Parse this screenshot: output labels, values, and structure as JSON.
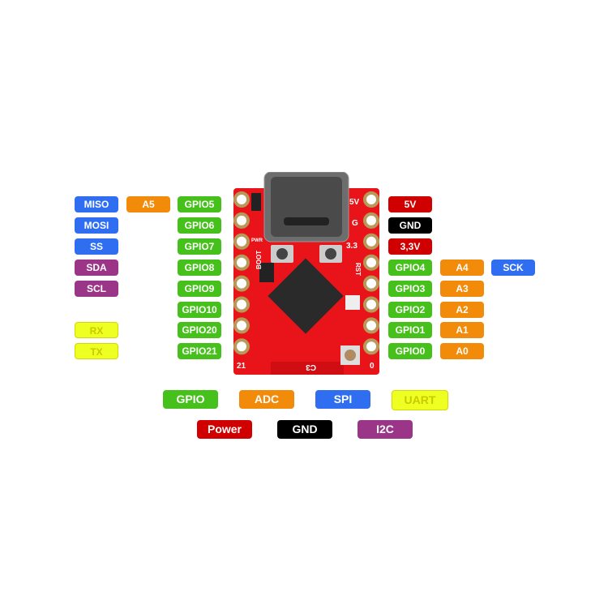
{
  "left_pins": [
    {
      "func1": "MISO",
      "func1_type": "spi",
      "func2": "A5",
      "func2_type": "adc",
      "gpio": "GPIO5"
    },
    {
      "func1": "MOSI",
      "func1_type": "spi",
      "func2": null,
      "func2_type": null,
      "gpio": "GPIO6"
    },
    {
      "func1": "SS",
      "func1_type": "spi",
      "func2": null,
      "func2_type": null,
      "gpio": "GPIO7"
    },
    {
      "func1": "SDA",
      "func1_type": "i2c",
      "func2": null,
      "func2_type": null,
      "gpio": "GPIO8"
    },
    {
      "func1": "SCL",
      "func1_type": "i2c",
      "func2": null,
      "func2_type": null,
      "gpio": "GPIO9"
    },
    {
      "func1": null,
      "func1_type": null,
      "func2": null,
      "func2_type": null,
      "gpio": "GPIO10"
    },
    {
      "func1": "RX",
      "func1_type": "uart",
      "func2": null,
      "func2_type": null,
      "gpio": "GPIO20"
    },
    {
      "func1": "TX",
      "func1_type": "uart",
      "func2": null,
      "func2_type": null,
      "gpio": "GPIO21"
    }
  ],
  "right_pins": [
    {
      "pin": "5V",
      "pin_type": "power",
      "func1": null,
      "func2": null
    },
    {
      "pin": "GND",
      "pin_type": "gnd",
      "func1": null,
      "func2": null
    },
    {
      "pin": "3,3V",
      "pin_type": "power",
      "func1": null,
      "func2": null
    },
    {
      "pin": "GPIO4",
      "pin_type": "gpio",
      "func1": "A4",
      "func1_type": "adc",
      "func2": "SCK",
      "func2_type": "spi"
    },
    {
      "pin": "GPIO3",
      "pin_type": "gpio",
      "func1": "A3",
      "func1_type": "adc",
      "func2": null
    },
    {
      "pin": "GPIO2",
      "pin_type": "gpio",
      "func1": "A2",
      "func1_type": "adc",
      "func2": null
    },
    {
      "pin": "GPIO1",
      "pin_type": "gpio",
      "func1": "A1",
      "func1_type": "adc",
      "func2": null
    },
    {
      "pin": "GPIO0",
      "pin_type": "gpio",
      "func1": "A0",
      "func1_type": "adc",
      "func2": null
    }
  ],
  "board": {
    "silk_5v": "5V",
    "silk_g": "G",
    "silk_33": "3.3",
    "silk_rst": "RST",
    "silk_boot": "BOOT",
    "silk_pwr": "PWR",
    "silk_21": "21",
    "silk_0": "0",
    "silk_c3": "C3"
  },
  "legend": [
    {
      "label": "GPIO",
      "type": "gpio"
    },
    {
      "label": "ADC",
      "type": "adc"
    },
    {
      "label": "SPI",
      "type": "spi"
    },
    {
      "label": "UART",
      "type": "uart"
    },
    {
      "label": "Power",
      "type": "power"
    },
    {
      "label": "GND",
      "type": "gnd"
    },
    {
      "label": "I2C",
      "type": "i2c"
    }
  ],
  "colors": {
    "gpio": "#46c01a",
    "adc": "#f28a0a",
    "spi": "#2f6ef0",
    "i2c": "#9a3588",
    "uart": "#eeff22",
    "power": "#d00000",
    "gnd": "#000000",
    "board": "#e8141a"
  }
}
